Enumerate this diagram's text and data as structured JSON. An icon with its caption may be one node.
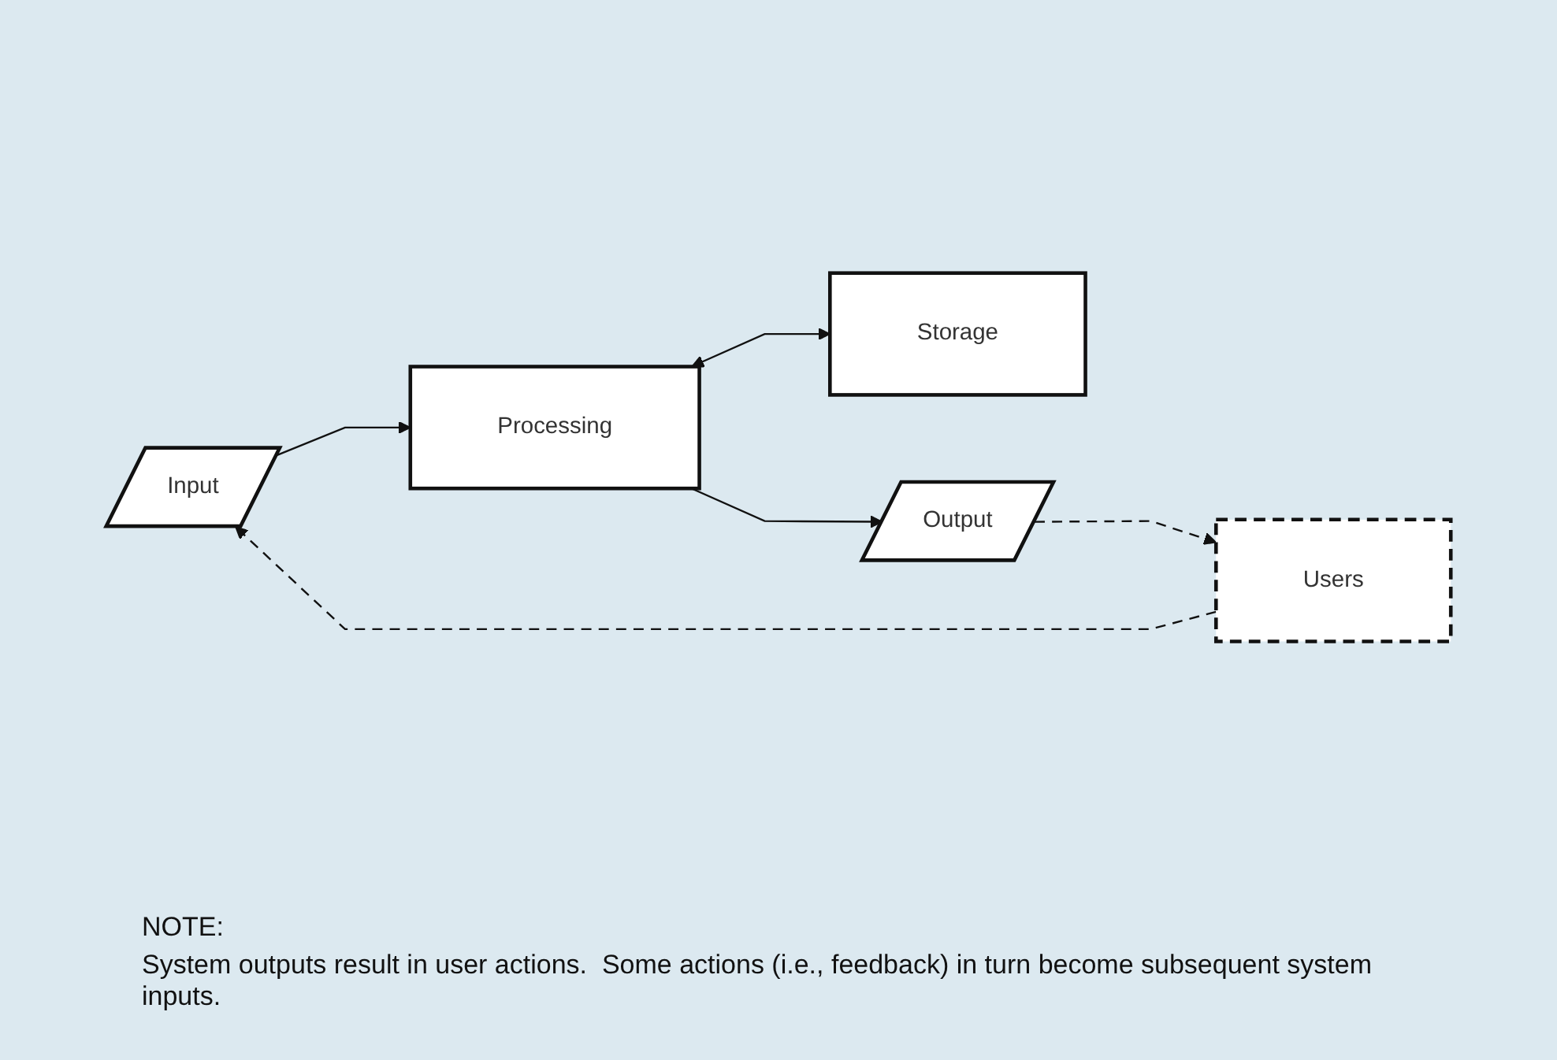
{
  "diagram": {
    "nodes": [
      {
        "text": [
          "Storage"
        ]
      },
      {
        "text": [
          "Input"
        ]
      },
      {
        "text": [
          "Processing"
        ]
      },
      {
        "text": [
          "Output"
        ]
      },
      {
        "text": [
          "Users"
        ]
      }
    ],
    "edges": [
      {
        "from": 2,
        "to": 0,
        "arrow": "both"
      },
      {
        "from": 1,
        "to": 2,
        "arrow": "to"
      },
      {
        "from": 2,
        "to": 3,
        "arrow": "to"
      },
      {
        "from": 3,
        "to": 4,
        "arrow": "to",
        "style": "dashed"
      },
      {
        "from": 4,
        "to": 1,
        "arrow": "to",
        "style": "dashed"
      }
    ],
    "labels": [
      "NOTE:",
      "System outputs result in user actions.  Some actions (i.e., feedback) in turn become subsequent system inputs."
    ]
  }
}
